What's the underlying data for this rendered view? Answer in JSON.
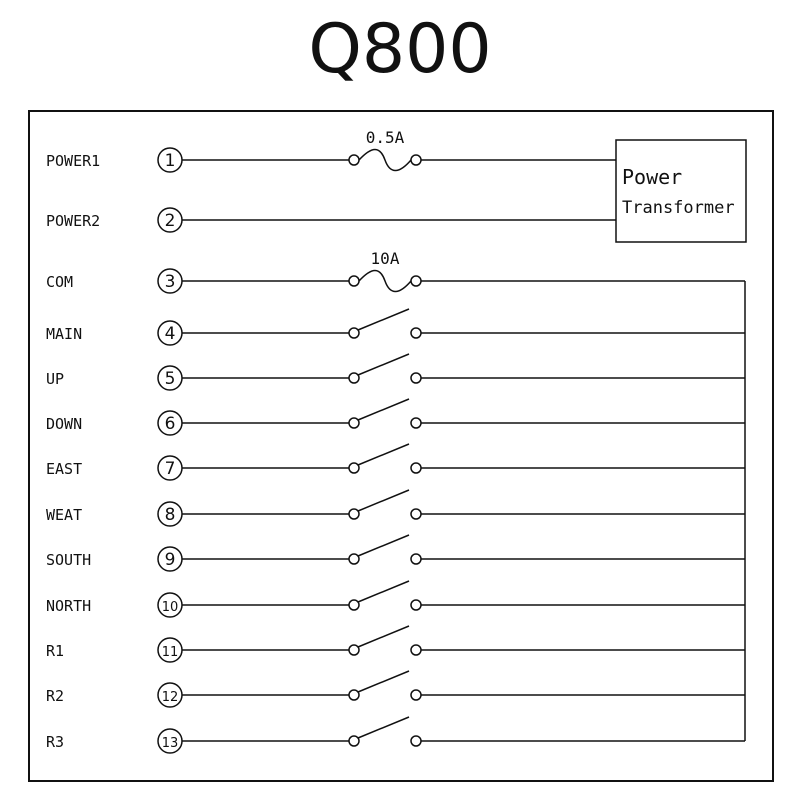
{
  "title": "Q800",
  "fuses": {
    "power_fuse": "0.5A",
    "com_fuse": "10A"
  },
  "transformer": {
    "line1": "Power",
    "line2": "Transformer"
  },
  "terminals": [
    {
      "label": "POWER1",
      "pin": "1",
      "kind": "fuse-power"
    },
    {
      "label": "POWER2",
      "pin": "2",
      "kind": "direct"
    },
    {
      "label": "COM",
      "pin": "3",
      "kind": "fuse-com"
    },
    {
      "label": "MAIN",
      "pin": "4",
      "kind": "switch"
    },
    {
      "label": "UP",
      "pin": "5",
      "kind": "switch"
    },
    {
      "label": "DOWN",
      "pin": "6",
      "kind": "switch"
    },
    {
      "label": "EAST",
      "pin": "7",
      "kind": "switch"
    },
    {
      "label": "WEAT",
      "pin": "8",
      "kind": "switch"
    },
    {
      "label": "SOUTH",
      "pin": "9",
      "kind": "switch"
    },
    {
      "label": "NORTH",
      "pin": "10",
      "kind": "switch"
    },
    {
      "label": "R1",
      "pin": "11",
      "kind": "switch"
    },
    {
      "label": "R2",
      "pin": "12",
      "kind": "switch"
    },
    {
      "label": "R3",
      "pin": "13",
      "kind": "switch"
    }
  ]
}
